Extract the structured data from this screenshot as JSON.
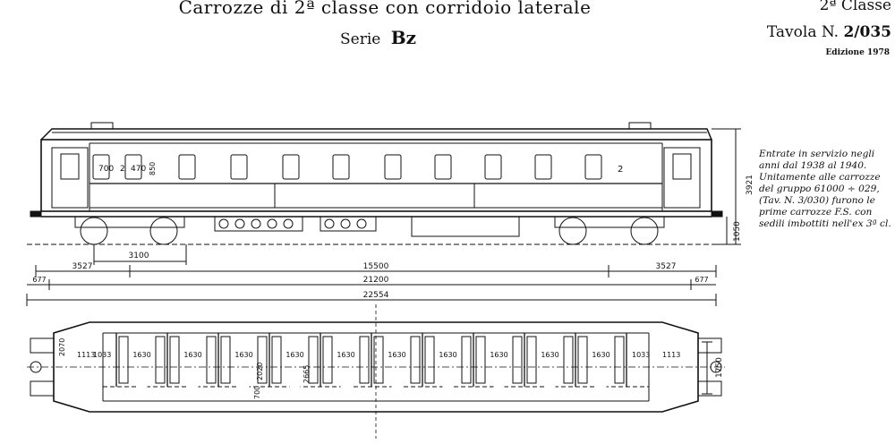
{
  "header": {
    "title": "Carrozze di 2ª classe con corridoio laterale",
    "serie_label": "Serie",
    "serie_code": "Bz",
    "classe": "2ª Classe",
    "tavola_label": "Tavola N.",
    "tavola_number": "2/035",
    "edizione": "Edizione 1978"
  },
  "note_lines": [
    "Entrate in servizio negli",
    "anni dal 1938 al 1940.",
    "Unitamente alle carrozze",
    "del gruppo 61000 ÷ 029,",
    "(Tav. N. 3/030) furono le",
    "prime carrozze F.S. con",
    "sedili imbottiti nell'ex 3ª cl."
  ],
  "side_view": {
    "window_labels": [
      "700",
      "2",
      "470",
      "850"
    ],
    "class_mark_right": "2",
    "height_total": "3921",
    "height_floor": "1050"
  },
  "dimensions": {
    "bogie_wheelbase": "3100",
    "overhang_left": "3527",
    "bogie_centers": "15500",
    "overhang_right": "3527",
    "buffer_left": "677",
    "body_length": "21200",
    "buffer_right": "677",
    "total_length": "22554"
  },
  "plan_view": {
    "vestibule_left": [
      "2070",
      "1113",
      "1033"
    ],
    "compartment_width": "1630",
    "compartment_count": 10,
    "corridor_labels": [
      "700",
      "2020",
      "2665"
    ],
    "vestibule_right": [
      "1033",
      "1113"
    ],
    "width_label": "1750"
  }
}
